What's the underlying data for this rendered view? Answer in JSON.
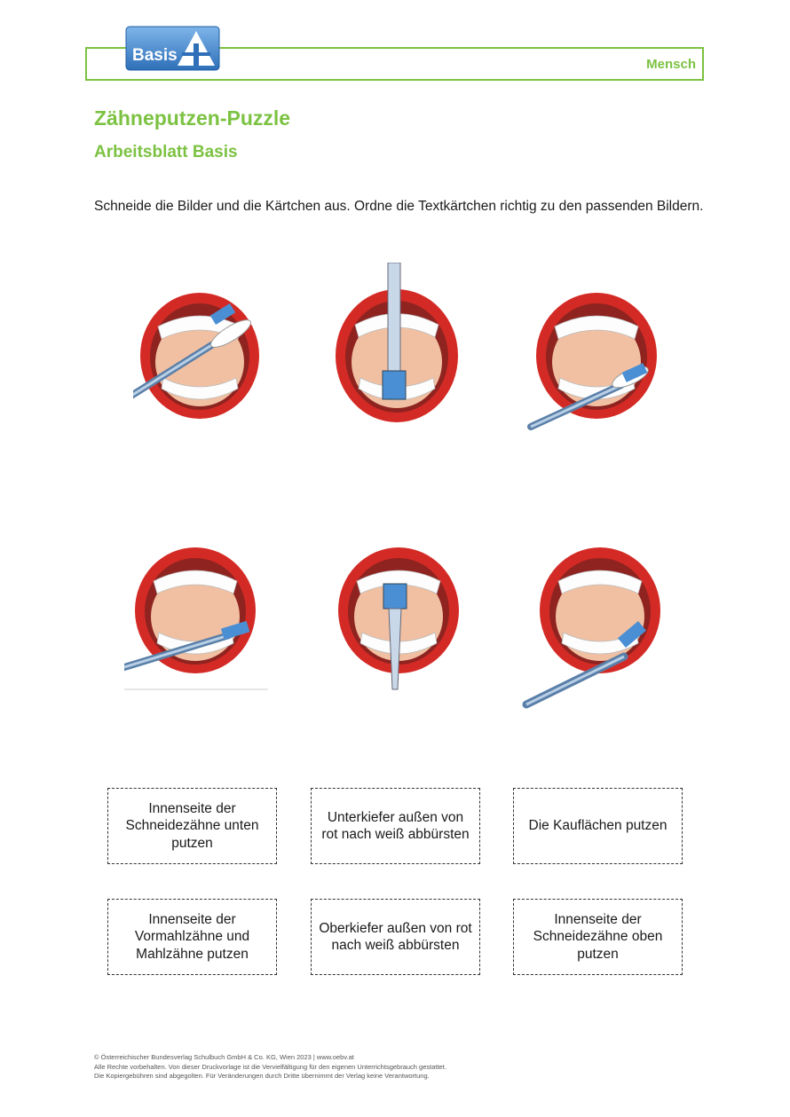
{
  "header": {
    "logo_text": "Basis",
    "category": "Mensch",
    "accent_color": "#7cc242",
    "logo_color": "#4a8fd4"
  },
  "title": "Zähneputzen-Puzzle",
  "subtitle": "Arbeitsblatt Basis",
  "instruction": "Schneide die Bilder und die Kärtchen aus. Ordne die Textkärtchen richtig zu den passenden Bildern.",
  "images": [
    {
      "name": "mouth-brushing-upper-inside"
    },
    {
      "name": "mouth-brushing-front-vertical"
    },
    {
      "name": "mouth-brushing-lower-right"
    },
    {
      "name": "mouth-brushing-lower-left"
    },
    {
      "name": "mouth-brushing-upper-front"
    },
    {
      "name": "mouth-brushing-molars-right"
    }
  ],
  "cards": [
    {
      "text": "Innenseite der Schneidezähne unten putzen"
    },
    {
      "text": "Unterkiefer außen von rot nach weiß abbürsten"
    },
    {
      "text": "Die Kauflächen putzen"
    },
    {
      "text": "Innenseite der Vormahlzähne und Mahlzähne putzen"
    },
    {
      "text": "Oberkiefer außen von rot nach weiß abbürsten"
    },
    {
      "text": "Innenseite der Schneidezähne oben putzen"
    }
  ],
  "footer": {
    "line1": "© Österreichischer Bundesverlag Schulbuch GmbH & Co. KG, Wien 2023 | www.oebv.at",
    "line2": "Alle Rechte vorbehalten. Von dieser Druckvorlage ist die Vervielfältigung für den eigenen Unterrichtsgebrauch gestattet.",
    "line3": "Die Kopiergebühren sind abgegolten. Für Veränderungen durch Dritte übernimmt der Verlag keine Verantwortung."
  }
}
